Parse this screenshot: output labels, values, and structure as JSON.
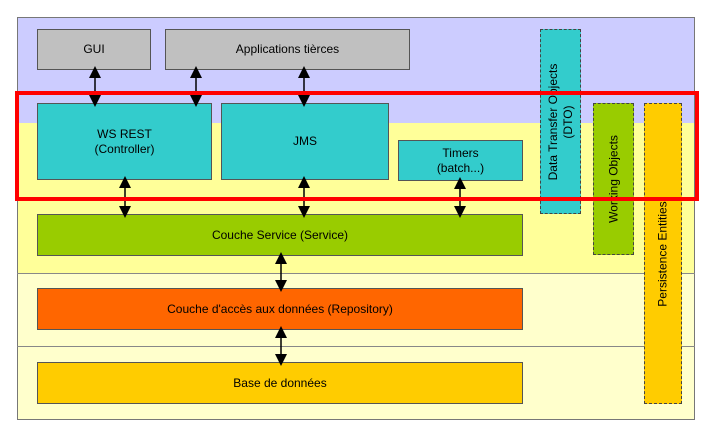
{
  "boxes": {
    "gui": "GUI",
    "applications": "Applications tièrces",
    "ws_rest_line1": "WS REST",
    "ws_rest_line2": "(Controller)",
    "jms": "JMS",
    "timers_line1": "Timers",
    "timers_line2": "(batch...)",
    "service": "Couche Service (Service)",
    "repository": "Couche d'accès aux données (Repository)",
    "database": "Base de données"
  },
  "vertical_boxes": {
    "dto_line1": "Data Transfer Objects",
    "dto_line2": "(DTO)",
    "working": "Working Objects",
    "persistence": "Persistence Entities"
  },
  "colors": {
    "top_band": "#ccccff",
    "middle_band": "#ffff99",
    "bottom_band": "#ffffcc",
    "grey_box": "#c0c0c0",
    "cyan_box": "#33cccc",
    "service_green": "#99cc00",
    "repository_orange": "#ff6600",
    "database_yellow": "#ffcc00",
    "highlight": "#ff0000"
  }
}
